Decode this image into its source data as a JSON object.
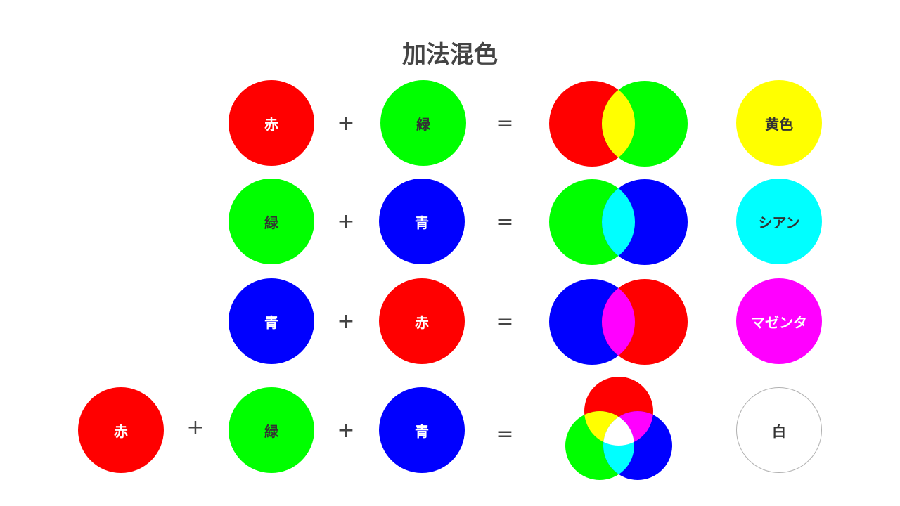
{
  "title": "加法混色",
  "operators": {
    "plus": "+",
    "equals": "="
  },
  "colors": {
    "red": "#ff0000",
    "green": "#00ff00",
    "blue": "#0000ff",
    "yellow": "#ffff00",
    "cyan": "#00ffff",
    "magenta": "#ff00ff",
    "white": "#ffffff"
  },
  "rows": [
    {
      "a": "赤",
      "b": "緑",
      "result": "黄色"
    },
    {
      "a": "緑",
      "b": "青",
      "result": "シアン"
    },
    {
      "a": "青",
      "b": "赤",
      "result": "マゼンタ"
    },
    {
      "a": "赤",
      "b": "緑",
      "c": "青",
      "result": "白"
    }
  ]
}
